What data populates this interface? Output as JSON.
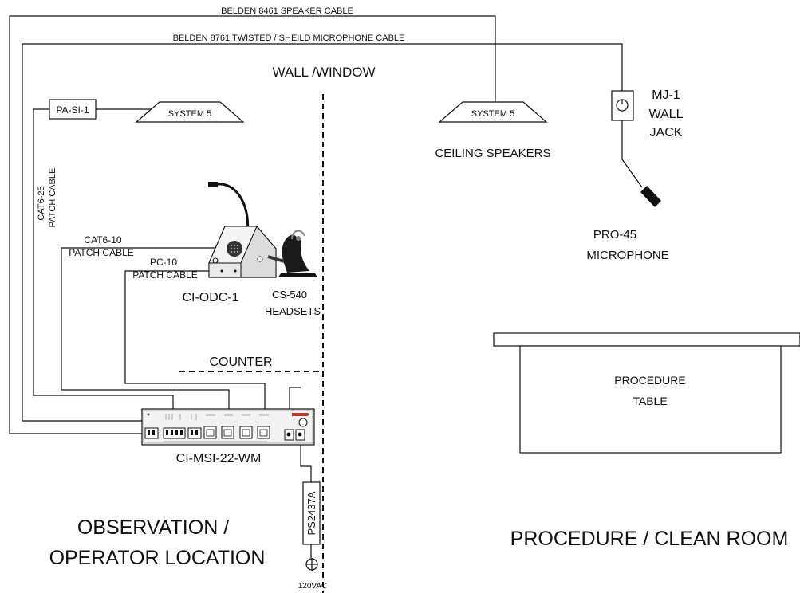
{
  "labels": {
    "speaker_cable": "BELDEN 8461 SPEAKER CABLE",
    "mic_cable": "BELDEN 8761 TWISTED / SHEILD MICROPHONE CABLE",
    "wall_window": "WALL /WINDOW",
    "pa_si": "PA-SI-1",
    "system5_left": "SYSTEM 5",
    "system5_right": "SYSTEM 5",
    "ceiling_speakers": "CEILING SPEAKERS",
    "mj1_line1": "MJ-1",
    "mj1_line2": "WALL",
    "mj1_line3": "JACK",
    "pro45_line1": "PRO-45",
    "pro45_line2": "MICROPHONE",
    "cat6_25_line1": "CAT6-25",
    "cat6_25_line2": "PATCH CABLE",
    "cat6_10_line1": "CAT6-10",
    "cat6_10_line2": "PATCH CABLE",
    "pc10_line1": "PC-10",
    "pc10_line2": "PATCH CABLE",
    "ci_odc": "CI-ODC-1",
    "cs540_line1": "CS-540",
    "cs540_line2": "HEADSETS",
    "counter": "COUNTER",
    "procedure_table_line1": "PROCEDURE",
    "procedure_table_line2": "TABLE",
    "ci_msi": "CI-MSI-22-WM",
    "ps": "PS2437A",
    "vac": "120VAC",
    "observation_line1": "OBSERVATION /",
    "observation_line2": "OPERATOR LOCATION",
    "procedure_room": "PROCEDURE / CLEAN ROOM"
  },
  "colors": {
    "line": "#111111",
    "accent_red": "#c0392b",
    "device_fill": "#f2f2f2"
  }
}
